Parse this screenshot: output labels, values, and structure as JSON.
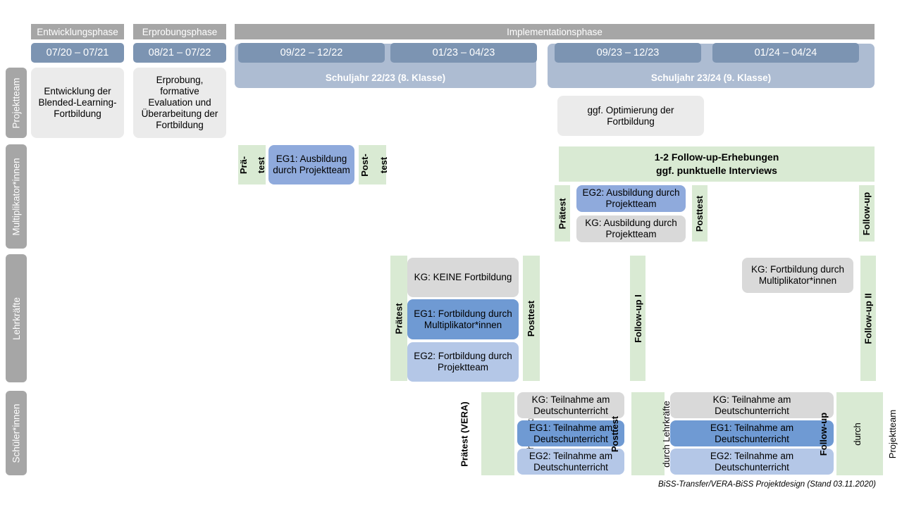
{
  "figure": {
    "footer": "BiSS-Transfer/VERA-BiSS Projektdesign (Stand 03.11.2020)"
  },
  "colors": {
    "phase_bar": "#a6a6a6",
    "date_chip": "#7c94b2",
    "schuljahr": "#adbcd2",
    "green": "#d9ead3",
    "grey_card": "#ebebeb",
    "grey_card_alt": "#d9d9d9",
    "blue_mid": "#8faadc",
    "blue_dark": "#6f9ad3",
    "blue_light": "#b4c7e7"
  },
  "phases": [
    {
      "label": "Entwicklungsphase"
    },
    {
      "label": "Erprobungsphase"
    },
    {
      "label": "Implementationsphase"
    }
  ],
  "periods": [
    {
      "label": "07/20 – 07/21"
    },
    {
      "label": "08/21 – 07/22"
    },
    {
      "label": "09/22 – 12/22"
    },
    {
      "label": "01/23 – 04/23"
    },
    {
      "label": "09/23 – 12/23"
    },
    {
      "label": "01/24 – 04/24"
    }
  ],
  "school_years": [
    {
      "label": "Schuljahr 22/23 (8. Klasse)"
    },
    {
      "label": "Schuljahr 23/24 (9. Klasse)"
    }
  ],
  "roles": [
    {
      "label": "Projektteam"
    },
    {
      "label": "Multiplikator*innen"
    },
    {
      "label": "Lehrkräfte"
    },
    {
      "label": "Schüler*innen"
    }
  ],
  "projektteam": {
    "entwicklung": "Entwicklung der Blended-Learning-Fortbildung",
    "erprobung": "Erprobung, formative Evaluation und Überarbeitung der Fortbildung",
    "optimierung": "ggf. Optimierung der Fortbildung"
  },
  "multiplikatoren": {
    "praetest_line1": "Prä-",
    "praetest_line2": "test",
    "eg1": "EG1: Ausbildung durch Projektteam",
    "posttest_line1": "Post-",
    "posttest_line2": "test",
    "followup_banner_line1": "1-2 Follow-up-Erhebungen",
    "followup_banner_line2": "ggf. punktuelle Interviews",
    "praetest2": "Prätest",
    "eg2": "EG2: Ausbildung durch Projektteam",
    "kg": "KG: Ausbildung durch Projektteam",
    "posttest2": "Posttest",
    "followup": "Follow-up"
  },
  "lehrkraefte": {
    "praetest": "Prätest",
    "kg": "KG:  KEINE Fortbildung",
    "eg1": "EG1: Fortbildung durch Multiplikator*innen",
    "eg2": "EG2: Fortbildung durch Projektteam",
    "posttest": "Posttest",
    "followup1": "Follow-up I",
    "kg2": "KG: Fortbildung durch Multiplikator*innen",
    "followup2": "Follow-up II"
  },
  "schueler": {
    "praetest_bold": "Prätest (VERA)",
    "praetest_reg": "durch Lehrkräfte",
    "kg_left": "KG: Teilnahme am Deutschunterricht",
    "eg1_left": "EG1: Teilnahme am Deutschunterricht",
    "eg2_left": "EG2: Teilnahme am Deutschunterricht",
    "posttest_bold": "Posttest",
    "posttest_reg": "durch Lehrkräfte",
    "kg_right": "KG: Teilnahme am Deutschunterricht",
    "eg1_right": "EG1: Teilnahme am Deutschunterricht",
    "eg2_right": "EG2: Teilnahme am Deutschunterricht",
    "followup_bold": "Follow-up",
    "followup_reg1": "durch",
    "followup_reg2": "Projektteam"
  }
}
